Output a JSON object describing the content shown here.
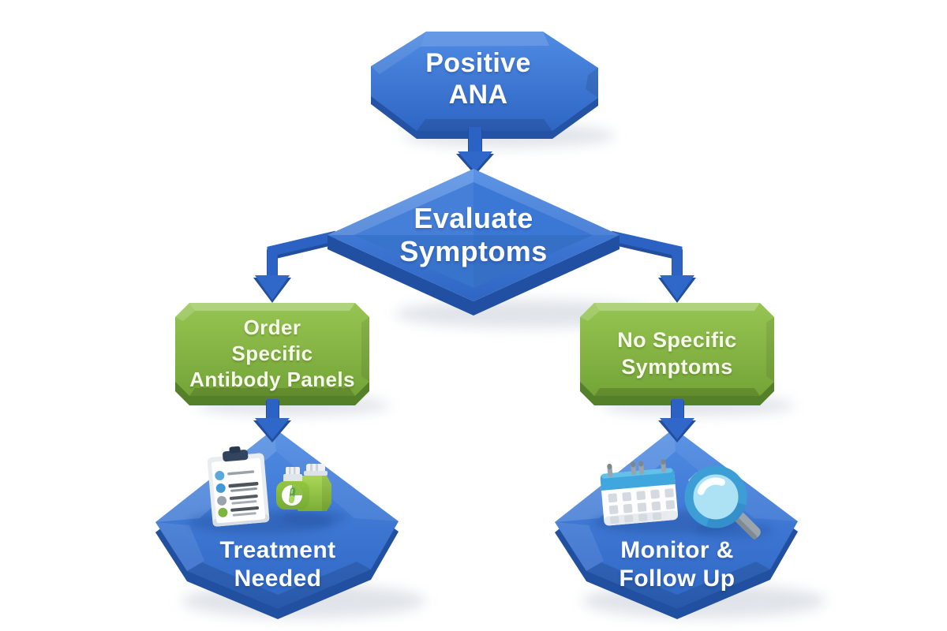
{
  "palette": {
    "background": "#ffffff",
    "node_blue": "#3a76d2",
    "node_blue_dark": "#2453a6",
    "node_blue_light": "#4f8be3",
    "node_green": "#7fb03f",
    "node_green_dark": "#55802a",
    "node_green_light": "#97c553",
    "arrow_blue": "#2c62c3",
    "text_white": "#ffffff",
    "calendar_header_blue": "#3fa7dd",
    "magnifier_lens_blue": "#ade2f5",
    "bottle_green": "#8ec043"
  },
  "flowchart": {
    "nodes": {
      "start": {
        "shape": "octagon",
        "color": "blue",
        "lines": [
          "Positive",
          "ANA"
        ]
      },
      "decision": {
        "shape": "diamond",
        "color": "blue",
        "lines": [
          "Evaluate",
          "Symptoms"
        ]
      },
      "action_left": {
        "shape": "beveled-rectangle",
        "color": "green",
        "lines": [
          "Order",
          "Specific",
          "Antibody Panels"
        ]
      },
      "action_right": {
        "shape": "beveled-rectangle",
        "color": "green",
        "lines": [
          "No Specific",
          "Symptoms"
        ]
      },
      "outcome_left": {
        "shape": "hexagon",
        "color": "blue",
        "icons": [
          "clipboard-checklist-icon",
          "medicine-bottles-icon"
        ],
        "lines": [
          "Treatment",
          "Needed"
        ]
      },
      "outcome_right": {
        "shape": "hexagon",
        "color": "blue",
        "icons": [
          "calendar-icon",
          "magnifying-glass-icon"
        ],
        "lines": [
          "Monitor &",
          "Follow Up"
        ]
      }
    },
    "edges": [
      {
        "from": "start",
        "to": "decision"
      },
      {
        "from": "decision",
        "to": "action_left"
      },
      {
        "from": "decision",
        "to": "action_right"
      },
      {
        "from": "action_left",
        "to": "outcome_left"
      },
      {
        "from": "action_right",
        "to": "outcome_right"
      }
    ]
  }
}
